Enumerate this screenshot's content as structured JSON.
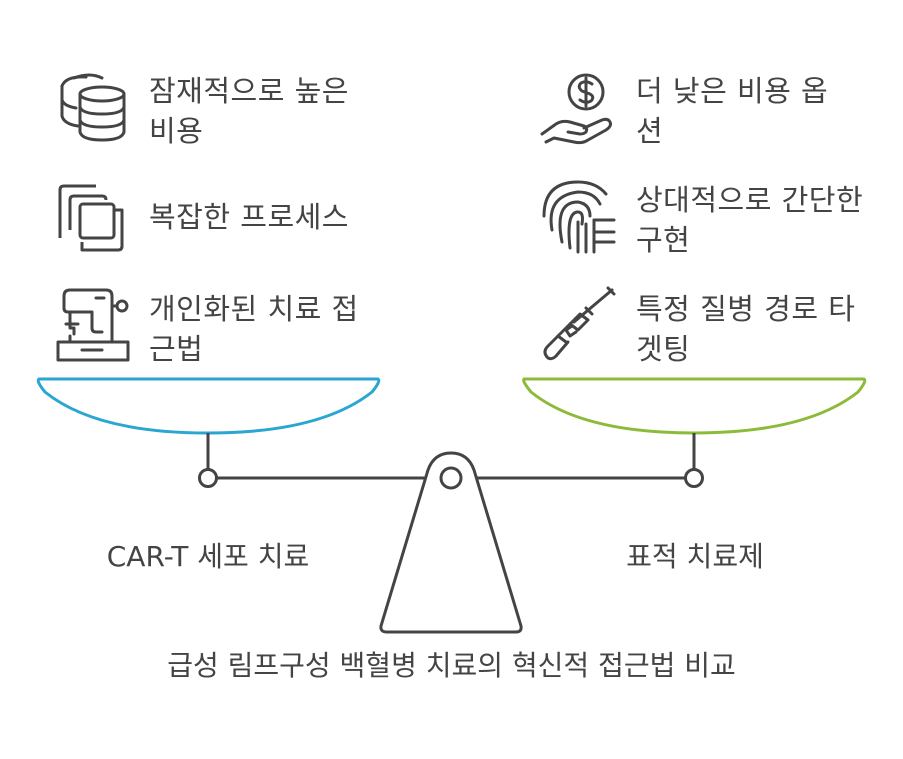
{
  "title": "급성 림프구성 백혈병 치료의 혁신적 접근법 비교",
  "left": {
    "label": "CAR-T 세포 치료",
    "color": "#2aa6d3",
    "items": [
      {
        "icon": "coins-stack-icon",
        "text": "잠재적으로 높은 비용"
      },
      {
        "icon": "overlapping-squares-icon",
        "text": "복잡한 프로세스"
      },
      {
        "icon": "sewing-machine-icon",
        "text": "개인화된 치료 접근법"
      }
    ]
  },
  "right": {
    "label": "표적 치료제",
    "color": "#8cbb3a",
    "items": [
      {
        "icon": "hand-dollar-icon",
        "text": "더 낮은 비용 옵션"
      },
      {
        "icon": "fingerprint-icon",
        "text": "상대적으로 간단한 구현"
      },
      {
        "icon": "rifle-icon",
        "text": "특정 질병 경로 타겟팅"
      }
    ]
  }
}
